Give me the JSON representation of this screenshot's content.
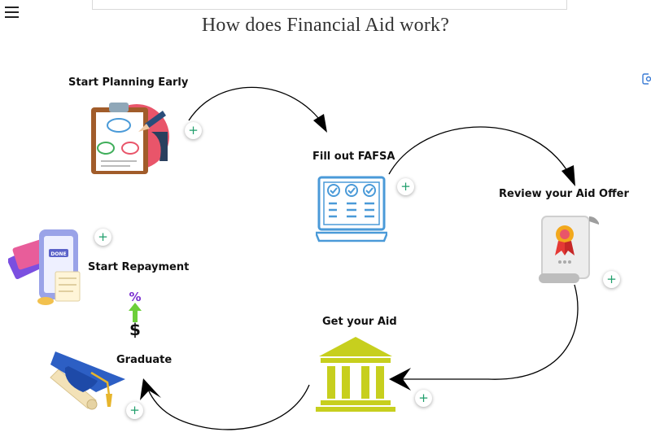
{
  "page": {
    "title": "How does Financial Aid work?"
  },
  "steps": {
    "planning": {
      "label": "Start Planning Early"
    },
    "fafsa": {
      "label": "Fill out FAFSA"
    },
    "review": {
      "label": "Review your Aid Offer"
    },
    "get_aid": {
      "label": "Get your Aid"
    },
    "graduate": {
      "label": "Graduate"
    },
    "repayment": {
      "label": "Start Repayment"
    }
  },
  "buttons": {
    "plus_label": "+"
  },
  "icons": {
    "menu": "hamburger-menu-icon",
    "planning": "clipboard-planning-icon",
    "fafsa": "laptop-checklist-icon",
    "review": "certificate-icon",
    "get_aid": "bank-icon",
    "graduate": "graduation-cap-icon",
    "repayment": "cards-receipt-icon",
    "loan": "percent-dollar-icon"
  },
  "colors": {
    "accent_green": "#1f9e6b",
    "bank": "#c7cf1e",
    "laptop": "#4a9ad8",
    "text": "#111111"
  }
}
